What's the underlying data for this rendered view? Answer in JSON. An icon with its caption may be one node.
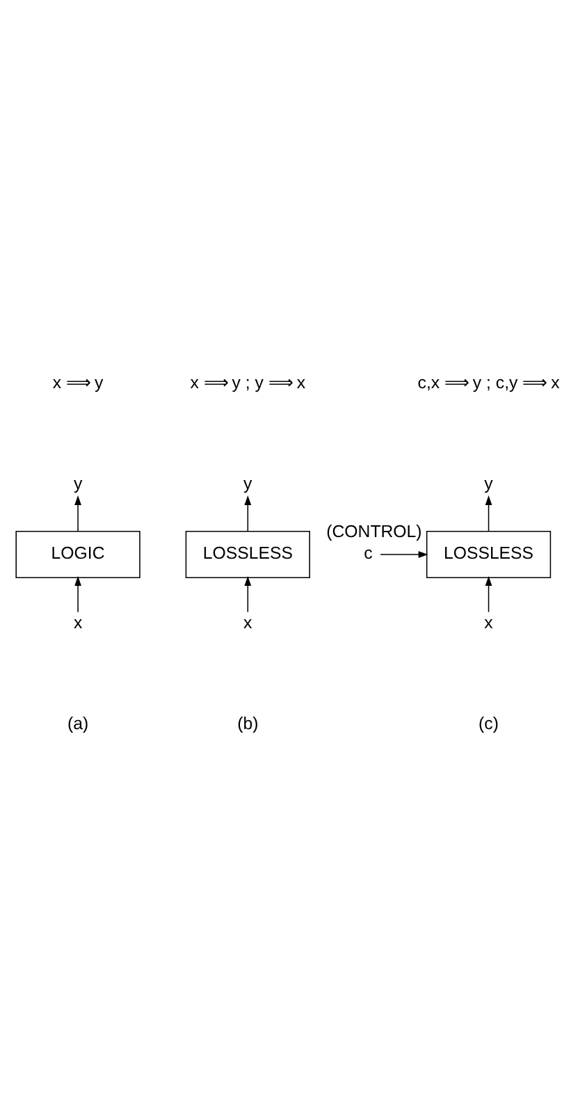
{
  "diagram": {
    "nodes": [
      {
        "text": [
          "x"
        ]
      },
      {
        "text": [
          "LOGIC"
        ]
      },
      {
        "text": [
          "y"
        ]
      },
      {
        "text": [
          "x"
        ]
      },
      {
        "text": [
          "LOSSLESS"
        ]
      },
      {
        "text": [
          "y"
        ]
      },
      {
        "text": [
          "x"
        ]
      },
      {
        "text": [
          "LOSSLESS"
        ]
      },
      {
        "text": [
          "y"
        ]
      },
      {
        "text": [
          "c"
        ],
        "beside": [
          "(CONTROL)"
        ]
      }
    ],
    "edges": [
      {
        "from": 0,
        "to": 1,
        "arrow": "to"
      },
      {
        "from": 1,
        "to": 2,
        "arrow": "to"
      },
      {
        "from": 3,
        "to": 4,
        "arrow": "to"
      },
      {
        "from": 4,
        "to": 5,
        "arrow": "to"
      },
      {
        "from": 6,
        "to": 7,
        "arrow": "to"
      },
      {
        "from": 7,
        "to": 8,
        "arrow": "to"
      },
      {
        "from": 9,
        "to": 7,
        "arrow": "to"
      }
    ],
    "labels": [
      "(a)",
      "(b)",
      "(c)",
      "x ⟹ y",
      "x ⟹ y ; y ⟹ x",
      "c,x ⟹ y ; c,y ⟹ x"
    ]
  }
}
